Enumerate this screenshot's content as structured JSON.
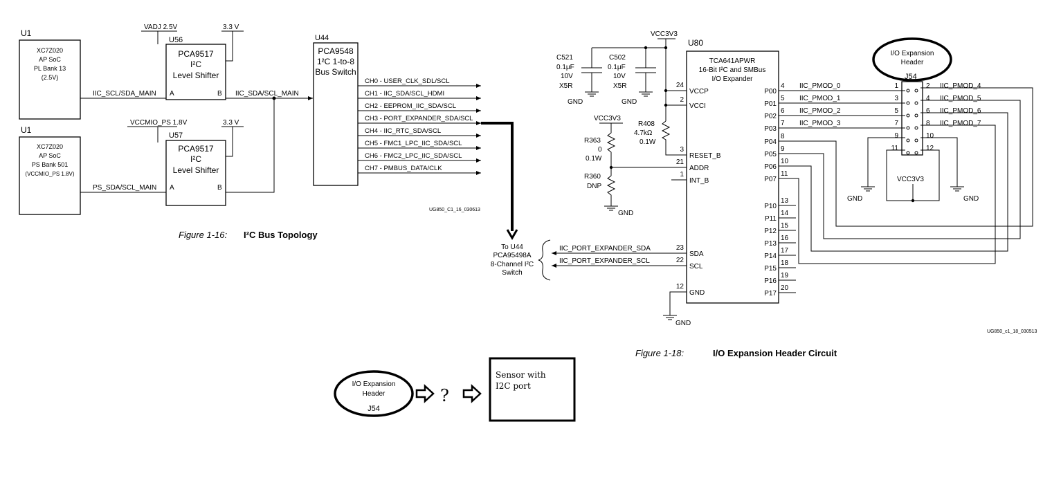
{
  "fig16": {
    "u1_top": {
      "ref": "U1",
      "line1": "XC7Z020",
      "line2": "AP SoC",
      "line3": "PL Bank 13",
      "line4": "(2.5V)"
    },
    "u1_bottom": {
      "ref": "U1",
      "line1": "XC7Z020",
      "line2": "AP SoC",
      "line3": "PS Bank 501",
      "line4": "(VCCMIO_PS 1.8V)"
    },
    "u56": {
      "ref": "U56",
      "line1": "PCA9517",
      "line2": "I²C",
      "line3": "Level Shifter",
      "pin_a": "A",
      "pin_b": "B",
      "supply_a": "VADJ 2.5V",
      "supply_b": "3.3 V"
    },
    "u57": {
      "ref": "U57",
      "line1": "PCA9517",
      "line2": "I²C",
      "line3": "Level Shifter",
      "pin_a": "A",
      "pin_b": "B",
      "supply_a": "VCCMIO_PS 1.8V",
      "supply_b": "3.3 V"
    },
    "net_pl": "IIC_SCL/SDA_MAIN",
    "net_main": "IIC_SDA/SCL_MAIN",
    "net_ps": "PS_SDA/SCL_MAIN",
    "u44": {
      "ref": "U44",
      "line1": "PCA9548",
      "line2": "1²C 1-to-8",
      "line3": "Bus Switch"
    },
    "channels": [
      "CH0 - USER_CLK_SDL/SCL",
      "CH1 - IIC_SDA/SCL_HDMI",
      "CH2 - EEPROM_IIC_SDA/SCL",
      "CH3 - PORT_EXPANDER_SDA/SCL",
      "CH4 - IIC_RTC_SDA/SCL",
      "CH5 - FMC1_LPC_IIC_SDA/SCL",
      "CH6 - FMC2_LPC_IIC_SDA/SCL",
      "CH7 - PMBUS_DATA/CLK"
    ],
    "doc_id": "UG850_C1_16_030613",
    "caption_num": "Figure 1-16:",
    "caption_title": "I²C Bus Topology"
  },
  "fig18": {
    "to_u44": {
      "line1": "To U44",
      "line2": "PCA95498A",
      "line3": "8-Channel I²C",
      "line4": "Switch"
    },
    "net_sda": "IIC_PORT_EXPANDER_SDA",
    "net_scl": "IIC_PORT_EXPANDER_SCL",
    "vcc_top": "VCC3V3",
    "c521": {
      "ref": "C521",
      "v1": "0.1μF",
      "v2": "10V",
      "v3": "X5R"
    },
    "c502": {
      "ref": "C502",
      "v1": "0.1μF",
      "v2": "10V",
      "v3": "X5R"
    },
    "gnd": "GND",
    "r408": {
      "ref": "R408",
      "v1": "4.7kΩ",
      "v2": "0.1W"
    },
    "vcc_left": "VCC3V3",
    "r363": {
      "ref": "R363",
      "v1": "0",
      "v2": "0.1W"
    },
    "r360": {
      "ref": "R360",
      "v1": "DNP"
    },
    "u80": {
      "ref": "U80",
      "line1": "TCA641APWR",
      "line2": "16-Bit I²C and SMBus",
      "line3": "I/O Expander"
    },
    "u80_left_pins": [
      {
        "num": "24",
        "name": "VCCP"
      },
      {
        "num": "2",
        "name": "VCCI"
      },
      {
        "num": "3",
        "name": "RESET_B"
      },
      {
        "num": "21",
        "name": "ADDR"
      },
      {
        "num": "1",
        "name": "INT_B"
      },
      {
        "num": "23",
        "name": "SDA"
      },
      {
        "num": "22",
        "name": "SCL"
      },
      {
        "num": "12",
        "name": "GND"
      }
    ],
    "u80_right_pins": [
      {
        "num": "4",
        "name": "P00"
      },
      {
        "num": "5",
        "name": "P01"
      },
      {
        "num": "6",
        "name": "P02"
      },
      {
        "num": "7",
        "name": "P03"
      },
      {
        "num": "8",
        "name": "P04"
      },
      {
        "num": "9",
        "name": "P05"
      },
      {
        "num": "10",
        "name": "P06"
      },
      {
        "num": "11",
        "name": "P07"
      },
      {
        "num": "13",
        "name": "P10"
      },
      {
        "num": "14",
        "name": "P11"
      },
      {
        "num": "15",
        "name": "P12"
      },
      {
        "num": "16",
        "name": "P13"
      },
      {
        "num": "17",
        "name": "P14"
      },
      {
        "num": "18",
        "name": "P15"
      },
      {
        "num": "19",
        "name": "P16"
      },
      {
        "num": "20",
        "name": "P17"
      }
    ],
    "pmod_left": [
      "IIC_PMOD_0",
      "IIC_PMOD_1",
      "IIC_PMOD_2",
      "IIC_PMOD_3"
    ],
    "pmod_right": [
      "IIC_PMOD_4",
      "IIC_PMOD_5",
      "IIC_PMOD_6",
      "IIC_PMOD_7"
    ],
    "j54_left_pins": [
      "1",
      "3",
      "5",
      "7",
      "9",
      "11"
    ],
    "j54_right_pins": [
      "2",
      "4",
      "6",
      "8",
      "10",
      "12"
    ],
    "j54_ref": "J54",
    "io_header": {
      "line1": "I/O Expansion",
      "line2": "Header"
    },
    "vcc_j54": "VCC3V3",
    "doc_id": "UG850_c1_18_030513",
    "caption_num": "Figure 1-18:",
    "caption_title": "I/O Expansion Header Circuit"
  },
  "bottom": {
    "header": {
      "line1": "I/O Expansion",
      "line2": "Header",
      "line3": "J54"
    },
    "question": "?",
    "sensor": {
      "line1": "Sensor with",
      "line2": "I2C port"
    }
  }
}
